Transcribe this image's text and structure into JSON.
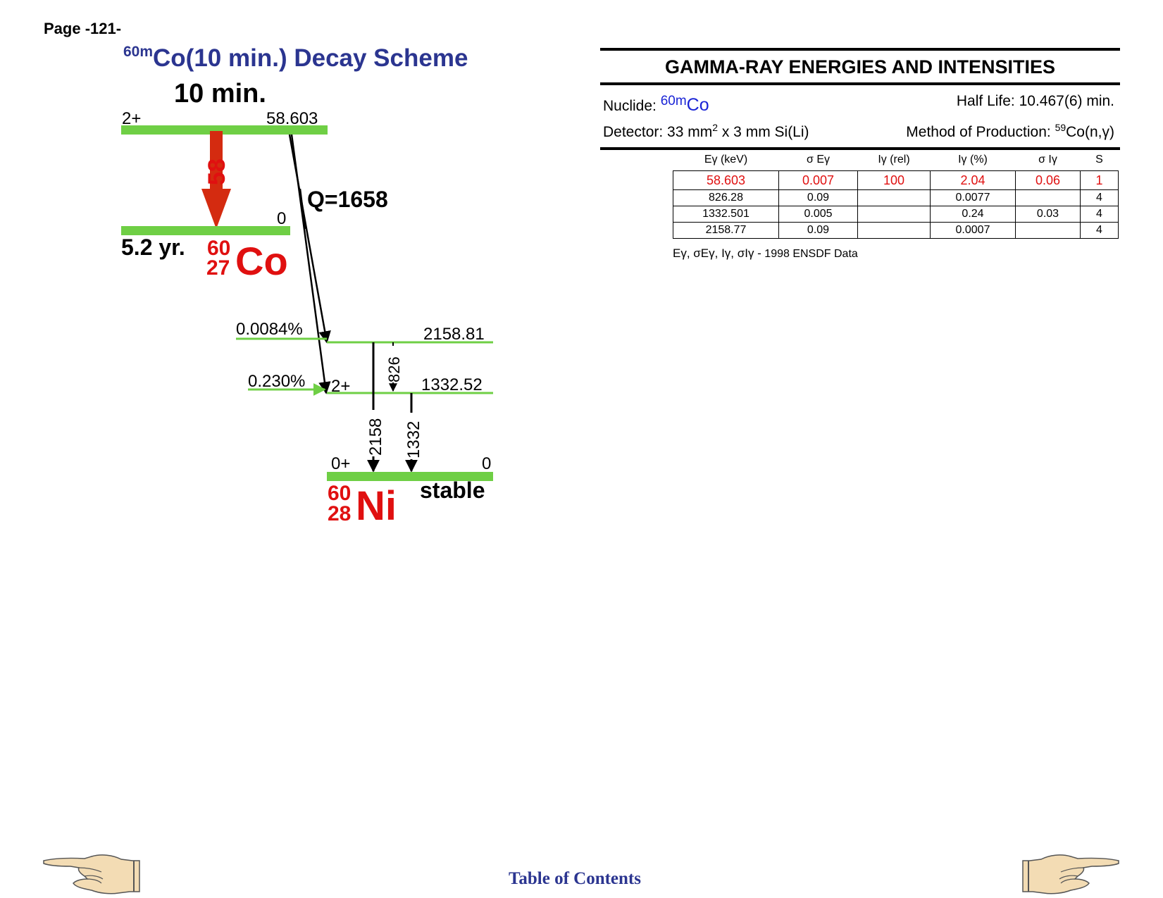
{
  "page": {
    "label": "Page -121-"
  },
  "scheme": {
    "title_mass": "60m",
    "title_text": "Co(10 min.) Decay Scheme",
    "parent_halflife": "10 min.",
    "parent_spin": "2+",
    "parent_energy": "58.603",
    "it_gamma": "58",
    "q_value": "Q=1658",
    "co_ground_energy": "0",
    "co_halflife": "5.2 yr.",
    "co_mass": "60",
    "co_z": "27",
    "co_symbol": "Co",
    "branch_1": "0.0084%",
    "level_2158": "2158.81",
    "branch_2": "0.230%",
    "level_1332_spin": "2+",
    "level_1332": "1332.52",
    "gamma_826": "826",
    "gamma_2158": "2158",
    "gamma_1332": "1332",
    "ni_spin": "0+",
    "ni_energy": "0",
    "ni_mass": "60",
    "ni_z": "28",
    "ni_symbol": "Ni",
    "ni_stable": "stable"
  },
  "gamma": {
    "title": "GAMMA-RAY ENERGIES AND INTENSITIES",
    "nuclide_label": "Nuclide: ",
    "nuclide_mass": "60m",
    "nuclide_symbol": "Co",
    "half_life": "Half Life: 10.467(6) min.",
    "detector_prefix": "Detector: 33 mm",
    "detector_sup": "2",
    "detector_suffix": " x 3 mm Si(Li)",
    "production_prefix": "Method of Production: ",
    "production_sup": "59",
    "production_suffix": "Co(n,γ)",
    "headers": [
      "Eγ (keV)",
      "σ Eγ",
      "Iγ (rel)",
      "Iγ (%)",
      "σ Iγ",
      "S"
    ],
    "rows": [
      [
        "58.603",
        "0.007",
        "100",
        "2.04",
        "0.06",
        "1"
      ],
      [
        "826.28",
        "0.09",
        "",
        "0.0077",
        "",
        "4"
      ],
      [
        "1332.501",
        "0.005",
        "",
        "0.24",
        "0.03",
        "4"
      ],
      [
        "2158.77",
        "0.09",
        "",
        "0.0007",
        "",
        "4"
      ]
    ],
    "note_symbols": "Eγ, σEγ, Iγ, σIγ -",
    "note_source": " 1998 ENSDF Data"
  },
  "footer": {
    "toc": "Table of Contents"
  },
  "colors": {
    "level": "#6fcf45",
    "title": "#2b3590",
    "red": "#e01010",
    "arrow": "#d42b10",
    "link": "#2b3590"
  },
  "icons": {
    "left": "pointing-hand-left-icon",
    "right": "pointing-hand-right-icon"
  }
}
